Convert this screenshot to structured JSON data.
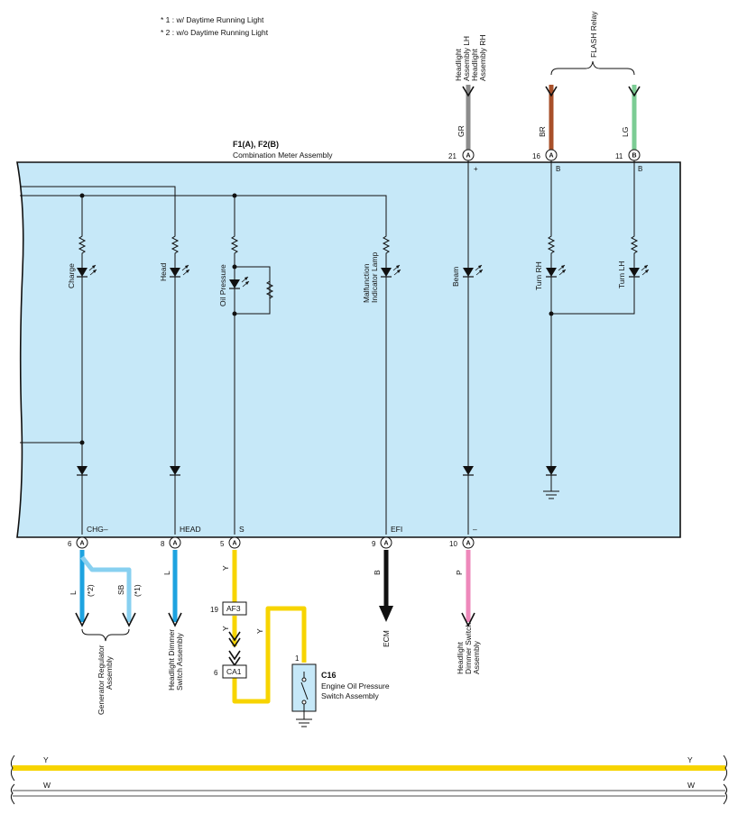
{
  "notes": [
    "* 1 : w/ Daytime Running Light",
    "* 2 : w/o Daytime Running Light"
  ],
  "assembly": {
    "ref": "F1(A), F2(B)",
    "name": "Combination Meter Assembly"
  },
  "top_inputs": {
    "headlight": {
      "name_line1": "Headlight",
      "name_line2": "Assembly LH",
      "name_line3": "Headlight",
      "name_line4": "Assembly RH",
      "wire": "GR",
      "pin": "21",
      "conn": "A",
      "inner": "+"
    },
    "flash_br": {
      "wire": "BR",
      "pin": "16",
      "conn": "A",
      "inner": "B"
    },
    "flash_lg": {
      "wire": "LG",
      "pin": "11",
      "conn": "B",
      "inner": "B"
    },
    "flash_relay": "FLASH Relay"
  },
  "indicators": {
    "charge": "Charge",
    "head": "Head",
    "oil": "Oil Pressure",
    "mil_line1": "Malfunction",
    "mil_line2": "Indicator Lamp",
    "beam": "Beam",
    "turn_rh": "Turn RH",
    "turn_lh": "Turn LH"
  },
  "bottom_pins": {
    "chg": {
      "label": "CHG–",
      "pin": "6",
      "conn": "A"
    },
    "head": {
      "label": "HEAD",
      "pin": "8",
      "conn": "A"
    },
    "s": {
      "label": "S",
      "pin": "5",
      "conn": "A"
    },
    "efi": {
      "label": "EFI",
      "pin": "9",
      "conn": "A"
    },
    "neg": {
      "label": "–",
      "pin": "10",
      "conn": "A"
    }
  },
  "wires": {
    "chg_l": "L",
    "chg_l_note": "(*2)",
    "chg_sb": "SB",
    "chg_sb_note": "(*1)",
    "head_l": "L",
    "s_y1": "Y",
    "s_y2": "Y",
    "s_y3": "Y",
    "efi_b": "B",
    "neg_p": "P"
  },
  "connectors": {
    "af3": {
      "pin": "19",
      "name": "AF3"
    },
    "ca1": {
      "pin": "6",
      "name": "CA1"
    }
  },
  "destinations": {
    "gen_line1": "Generator Regulator",
    "gen_line2": "Assembly",
    "hds1_line1": "Headlight Dimmer",
    "hds1_line2": "Switch Assembly",
    "ecm": "ECM",
    "hds2_line1": "Headlight",
    "hds2_line2": "Dimmer Switch",
    "hds2_line3": "Assembly"
  },
  "oil_switch": {
    "ref": "C16",
    "name_line1": "Engine Oil Pressure",
    "name_line2": "Switch Assembly",
    "pin": "1"
  },
  "bus": {
    "y_left": "Y",
    "y_right": "Y",
    "w_left": "W",
    "w_right": "W"
  },
  "colors": {
    "panel": "#c6e8f8",
    "wire_gr": "#8c8c8c",
    "wire_br": "#a8502a",
    "wire_lg": "#7ccc94",
    "wire_l": "#1ea3e0",
    "wire_sb": "#88d0f0",
    "wire_y": "#f7d400",
    "wire_b": "#111111",
    "wire_p": "#ee88bb"
  }
}
